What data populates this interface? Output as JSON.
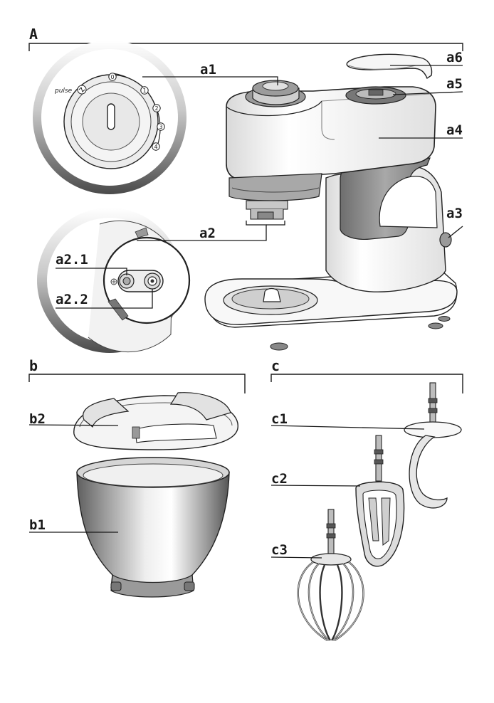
{
  "sections": {
    "A": "A",
    "b": "b",
    "c": "c"
  },
  "labels": {
    "a1": "a1",
    "a2": "a2",
    "a2_1": "a2.1",
    "a2_2": "a2.2",
    "a3": "a3",
    "a4": "a4",
    "a5": "a5",
    "a6": "a6",
    "b1": "b1",
    "b2": "b2",
    "c1": "c1",
    "c2": "c2",
    "c3": "c3"
  },
  "dial": {
    "pulse_text": "pulse",
    "speeds": [
      "0",
      "1",
      "2",
      "3",
      "4"
    ]
  }
}
